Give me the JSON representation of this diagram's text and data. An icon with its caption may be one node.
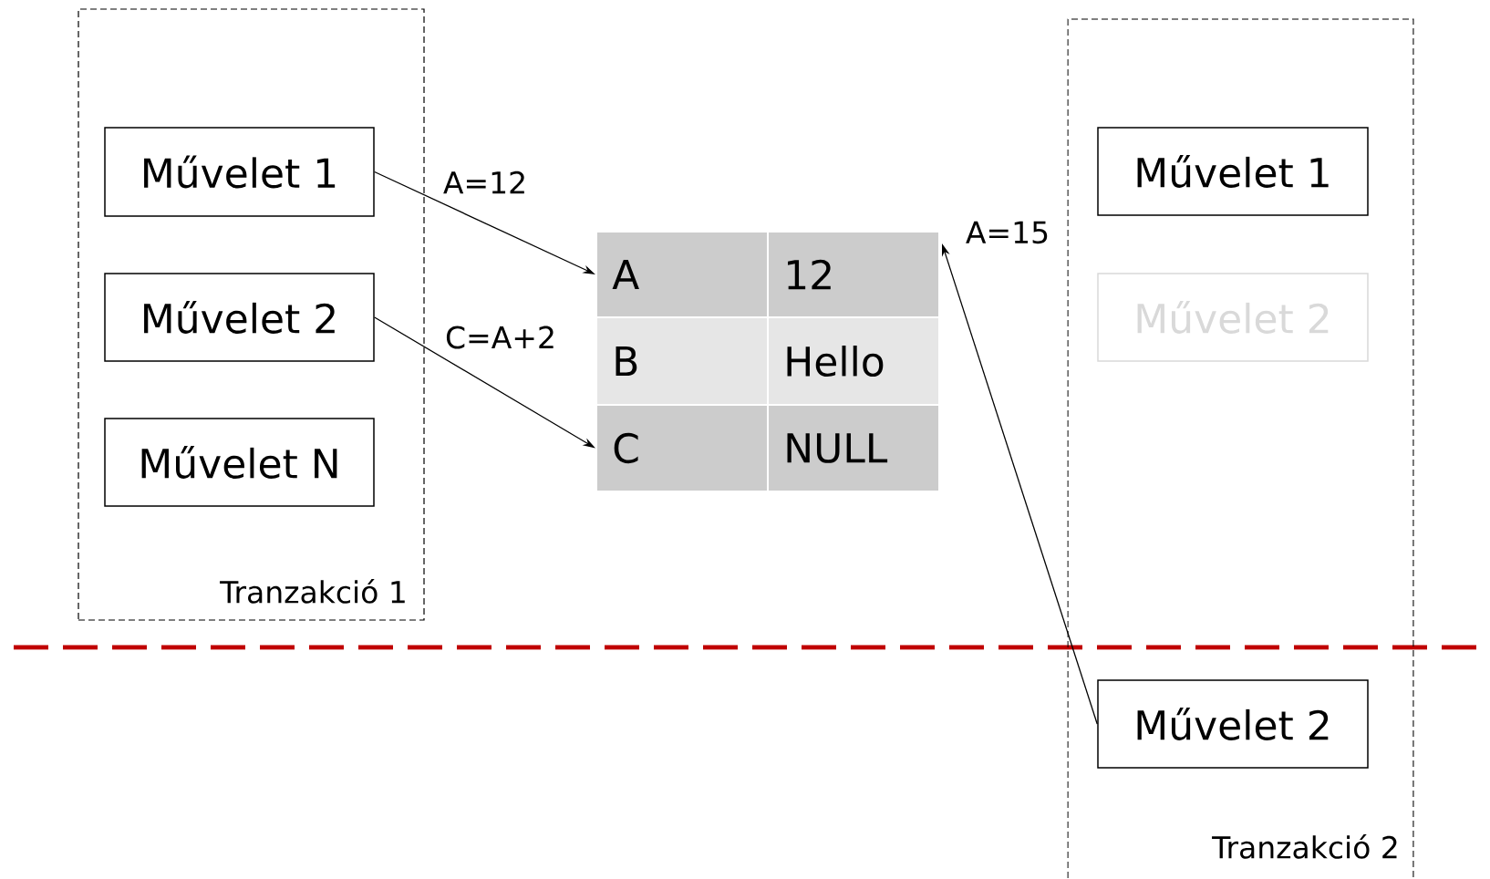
{
  "diagram": {
    "nodes": [
      {
        "text": [
          "Tranzakció 1"
        ]
      },
      {
        "text": [
          "Művelet 1"
        ],
        "in": 0
      },
      {
        "text": [
          "Művelet 2"
        ],
        "in": 0
      },
      {
        "text": [
          "Művelet N"
        ],
        "in": 0
      },
      {
        "text": [
          "A"
        ]
      },
      {
        "text": [
          "12"
        ]
      },
      {
        "text": [
          "B"
        ]
      },
      {
        "text": [
          "Hello"
        ]
      },
      {
        "text": [
          "C"
        ]
      },
      {
        "text": [
          "NULL"
        ]
      },
      {
        "text": [
          "Tranzakció 2"
        ]
      },
      {
        "text": [
          "Művelet 1"
        ],
        "in": 10
      },
      {
        "text": [
          "Művelet 2"
        ],
        "in": 10
      },
      {
        "text": [
          "Művelet 2"
        ],
        "in": 10
      }
    ],
    "edges": [
      {
        "from": 1,
        "to": 4,
        "arrow": "to",
        "label": "A=12"
      },
      {
        "from": 2,
        "to": 8,
        "arrow": "to",
        "label": "C=A+2"
      },
      {
        "from": 13,
        "to": 5,
        "arrow": "to",
        "label": "A=15"
      }
    ]
  }
}
